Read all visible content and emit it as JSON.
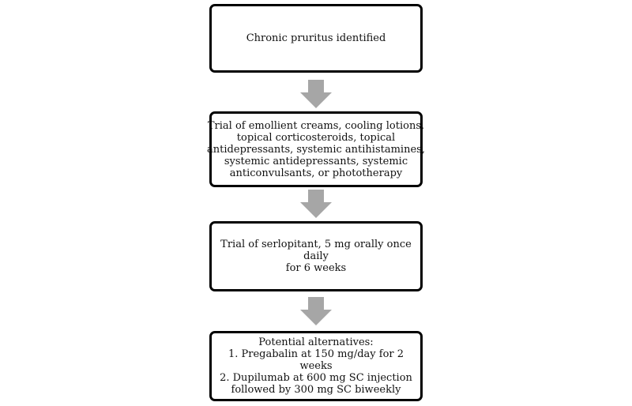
{
  "flowchart": {
    "steps": [
      {
        "lines": [
          "Chronic pruritus identified"
        ]
      },
      {
        "lines": [
          "Trial of emollient creams, cooling lotions,",
          "topical corticosteroids, topical",
          "antidepressants, systemic antihistamines,",
          "systemic antidepressants, systemic",
          "anticonvulsants, or phototherapy"
        ]
      },
      {
        "lines": [
          "Trial of serlopitant, 5 mg orally once daily",
          "for 6 weeks"
        ]
      },
      {
        "lines": [
          "Potential alternatives:",
          "1. Pregabalin at 150 mg/day for 2 weeks",
          "2. Dupilumab at 600 mg SC injection",
          "followed by 300 mg SC biweekly"
        ]
      }
    ],
    "arrow_color": "#a6a6a6",
    "border_color": "#000000"
  }
}
